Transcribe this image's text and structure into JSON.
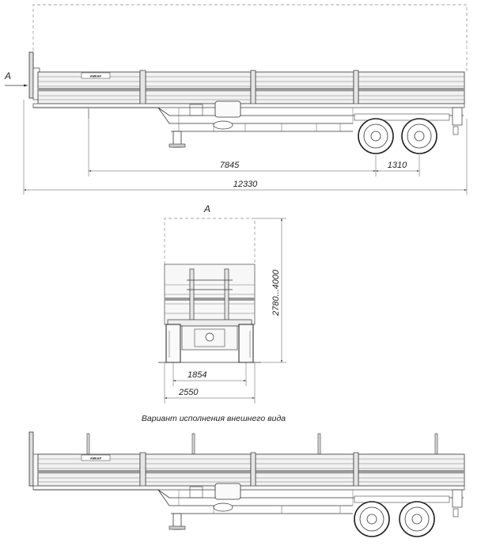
{
  "side_view": {
    "view_marker": "A",
    "brand_plate": "АМКАР",
    "dim_wheelbase": "7845",
    "dim_axle_spacing": "1310",
    "dim_overall_length": "12330"
  },
  "rear_view": {
    "title": "A",
    "dim_height": "2780...4000",
    "dim_track": "1854",
    "dim_width": "2550"
  },
  "caption": "Вариант исполнения внешнего вида",
  "variant_view": {
    "brand_plate": "АМКАР"
  }
}
